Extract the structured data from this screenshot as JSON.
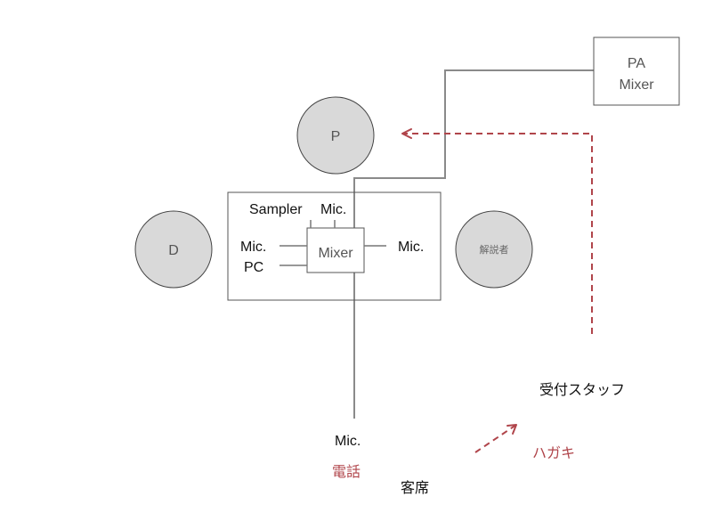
{
  "diagram": {
    "nodes": {
      "p": "P",
      "d": "D",
      "commentator": "解説者",
      "pa_mixer_line1": "PA",
      "pa_mixer_line2": "Mixer",
      "mixer": "Mixer"
    },
    "labels": {
      "sampler": "Sampler",
      "mic_top": "Mic.",
      "mic_left": "Mic.",
      "pc": "PC",
      "mic_right": "Mic.",
      "mic_bottom": "Mic.",
      "phone": "電話",
      "audience": "客席",
      "reception_staff": "受付スタッフ",
      "postcard": "ハガキ"
    },
    "colors": {
      "line": "#8a8a8a",
      "arrow": "#b0454b",
      "node_fill": "#d9d9d9"
    }
  }
}
